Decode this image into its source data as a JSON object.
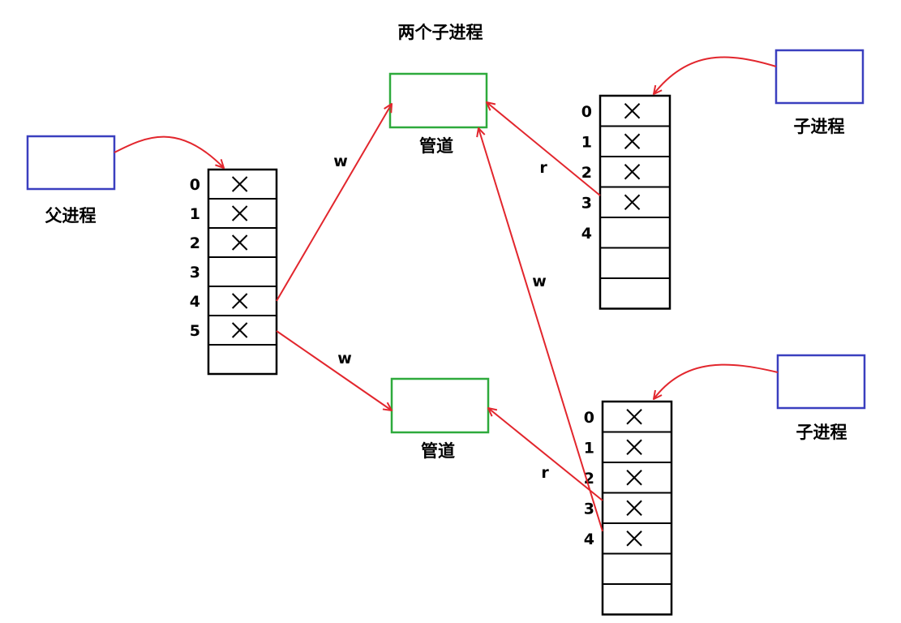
{
  "title": "两个子进程",
  "colors": {
    "process_box": "#3a3fbf",
    "pipe_box": "#2eaa3c",
    "arrow": "#e2262d",
    "ink": "#000000"
  },
  "parent": {
    "label": "父进程",
    "fd_indices": [
      "0",
      "1",
      "2",
      "3",
      "4",
      "5"
    ],
    "fd_closed": [
      true,
      true,
      true,
      false,
      true,
      true
    ],
    "blank_rows": 1
  },
  "child_top": {
    "label": "子进程",
    "fd_indices": [
      "0",
      "1",
      "2",
      "3",
      "4"
    ],
    "fd_closed": [
      true,
      true,
      true,
      true,
      false
    ],
    "blank_rows": 2
  },
  "child_bottom": {
    "label": "子进程",
    "fd_indices": [
      "0",
      "1",
      "2",
      "3",
      "4"
    ],
    "fd_closed": [
      true,
      true,
      true,
      true,
      true
    ],
    "blank_rows": 2
  },
  "pipe_top": {
    "label": "管道"
  },
  "pipe_bottom": {
    "label": "管道"
  },
  "edge_labels": {
    "parent_to_pipe_top": "w",
    "parent_to_pipe_bottom": "w",
    "child_top_to_pipe_top": "r",
    "child_bottom_to_pipe_top": "w",
    "child_bottom_to_pipe_bottom": "r"
  }
}
